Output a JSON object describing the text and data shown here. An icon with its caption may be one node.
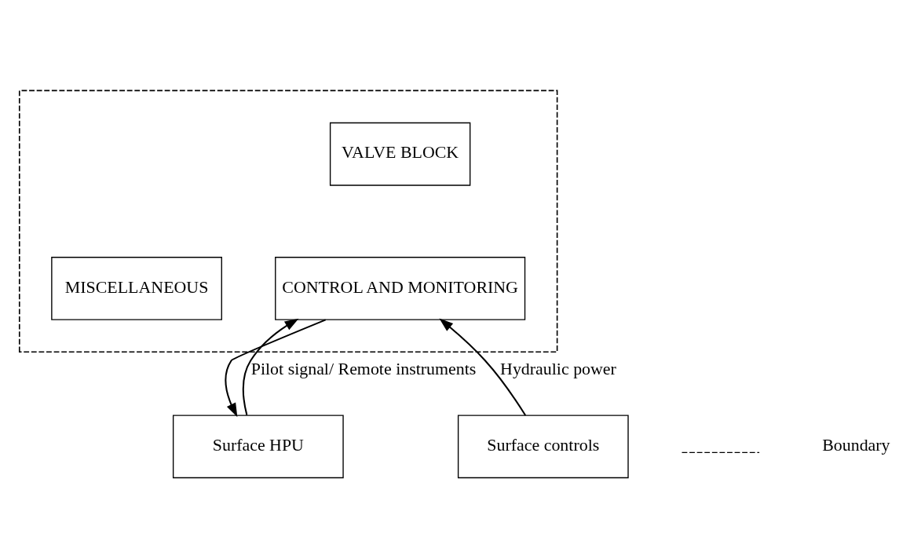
{
  "diagram": {
    "nodes": [
      {
        "text": [],
        "shape": "box"
      },
      {
        "text": [
          "VALVE BLOCK"
        ],
        "in": 0
      },
      {
        "text": [
          "CONTROL AND MONITORING"
        ],
        "in": 0
      },
      {
        "text": [
          "MISCELLANEOUS"
        ],
        "in": 0
      },
      {
        "text": [
          "Surface HPU"
        ]
      },
      {
        "text": [
          "Surface controls"
        ]
      }
    ],
    "edges": [
      {
        "from": 4,
        "to": 2,
        "arrow": "to",
        "label": "Pilot signal/ Remote instruments"
      },
      {
        "from": 2,
        "to": 4,
        "arrow": "to"
      },
      {
        "from": 5,
        "to": 2,
        "arrow": "to",
        "label": "Hydraulic power"
      }
    ],
    "legend": [
      {
        "text": "Boundary"
      }
    ]
  }
}
